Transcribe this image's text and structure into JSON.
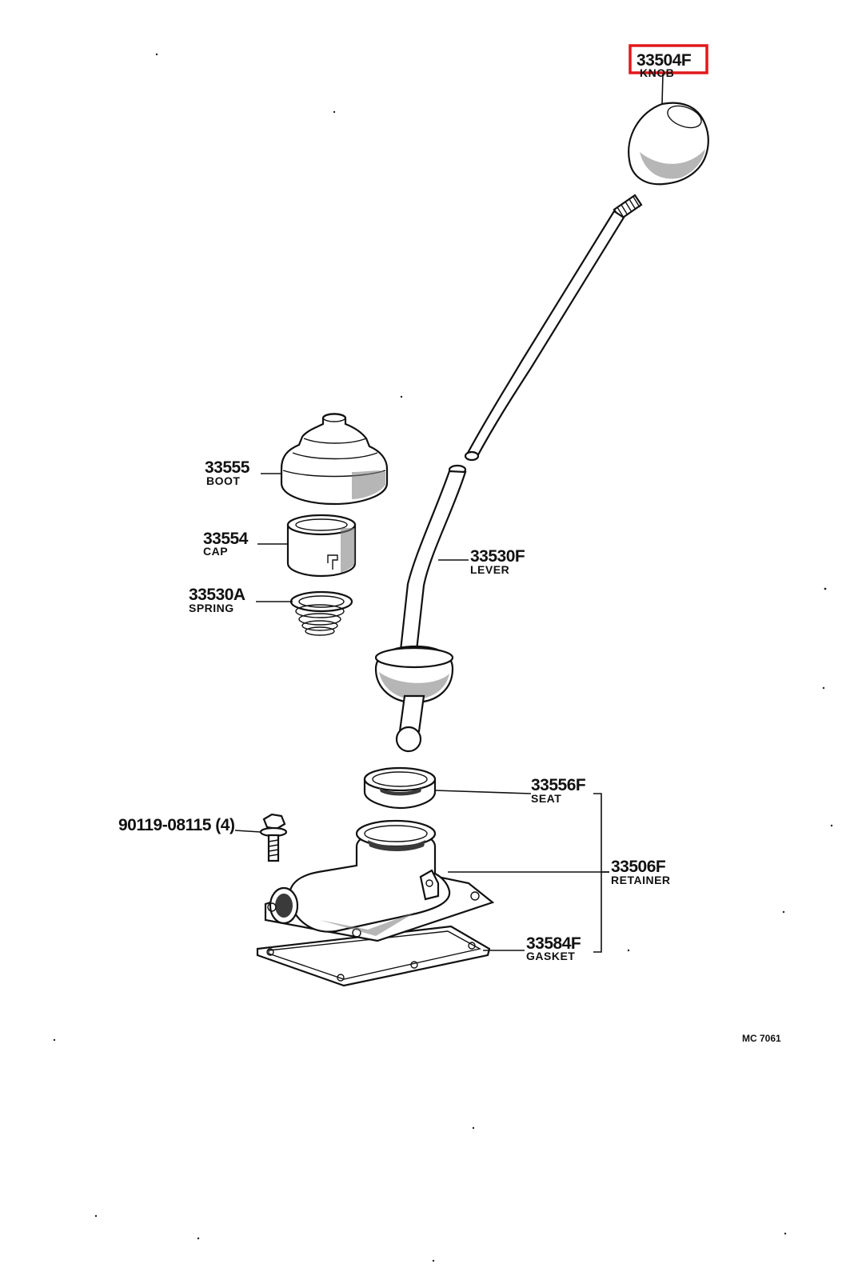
{
  "parts": [
    {
      "id": "knob",
      "number": "33504F",
      "name": "KNOB"
    },
    {
      "id": "boot",
      "number": "33555",
      "name": "BOOT"
    },
    {
      "id": "cap",
      "number": "33554",
      "name": "CAP"
    },
    {
      "id": "spring",
      "number": "33530A",
      "name": "SPRING"
    },
    {
      "id": "lever",
      "number": "33530F",
      "name": "LEVER"
    },
    {
      "id": "seat",
      "number": "33556F",
      "name": "SEAT"
    },
    {
      "id": "bolt",
      "number": "90119-08115 (4)",
      "name": ""
    },
    {
      "id": "retainer",
      "number": "33506F",
      "name": "RETAINER"
    },
    {
      "id": "gasket",
      "number": "33584F",
      "name": "GASKET"
    }
  ],
  "highlight": {
    "part": "knob",
    "color": "#e0191b"
  },
  "reference_code": "MC 7061"
}
